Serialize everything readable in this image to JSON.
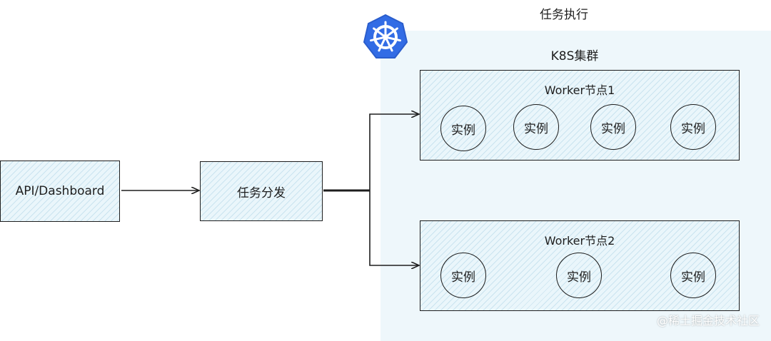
{
  "diagram": {
    "execution_title": "任务执行",
    "cluster_title": "K8S集群",
    "api_box": "API/Dashboard",
    "dispatch_box": "任务分发",
    "worker1": {
      "title": "Worker节点1",
      "instances": [
        "实例",
        "实例",
        "实例",
        "实例"
      ]
    },
    "worker2": {
      "title": "Worker节点2",
      "instances": [
        "实例",
        "实例",
        "实例"
      ]
    },
    "logo_icon": "kubernetes-helm-icon",
    "watermark": "@稀土掘金技术社区",
    "colors": {
      "cluster_bg": "#eef7fb",
      "box_fill": "#eaf6fb",
      "k8s_blue": "#326ce5",
      "stroke": "#1e1e1e"
    }
  }
}
